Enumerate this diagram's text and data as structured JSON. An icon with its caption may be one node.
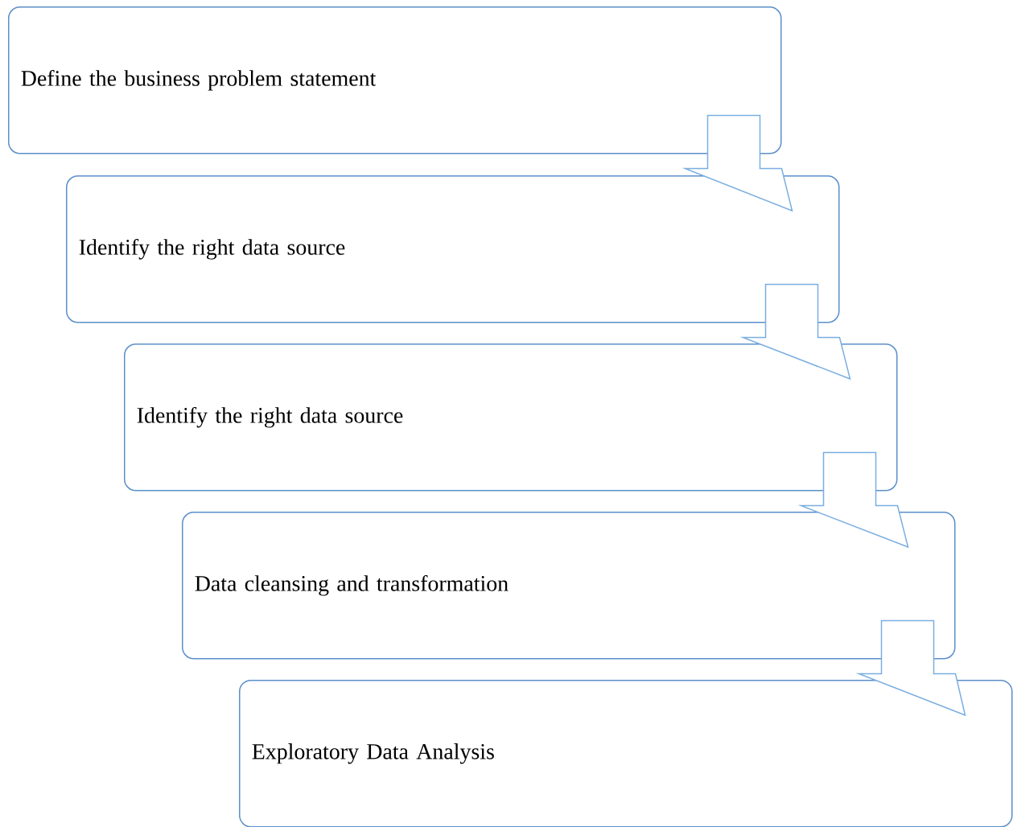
{
  "diagram": {
    "nodes": [
      {
        "text": [
          "Define the business problem statement"
        ]
      },
      {
        "text": [
          "Identify the right data source"
        ]
      },
      {
        "text": [
          "Identify the right data source"
        ]
      },
      {
        "text": [
          "Data cleansing and transformation"
        ]
      },
      {
        "text": [
          "Exploratory Data Analysis"
        ]
      }
    ],
    "edges": [
      {
        "from": 0,
        "to": 1,
        "arrow": "to"
      },
      {
        "from": 1,
        "to": 2,
        "arrow": "to"
      },
      {
        "from": 2,
        "to": 3,
        "arrow": "to"
      },
      {
        "from": 3,
        "to": 4,
        "arrow": "to"
      }
    ]
  }
}
